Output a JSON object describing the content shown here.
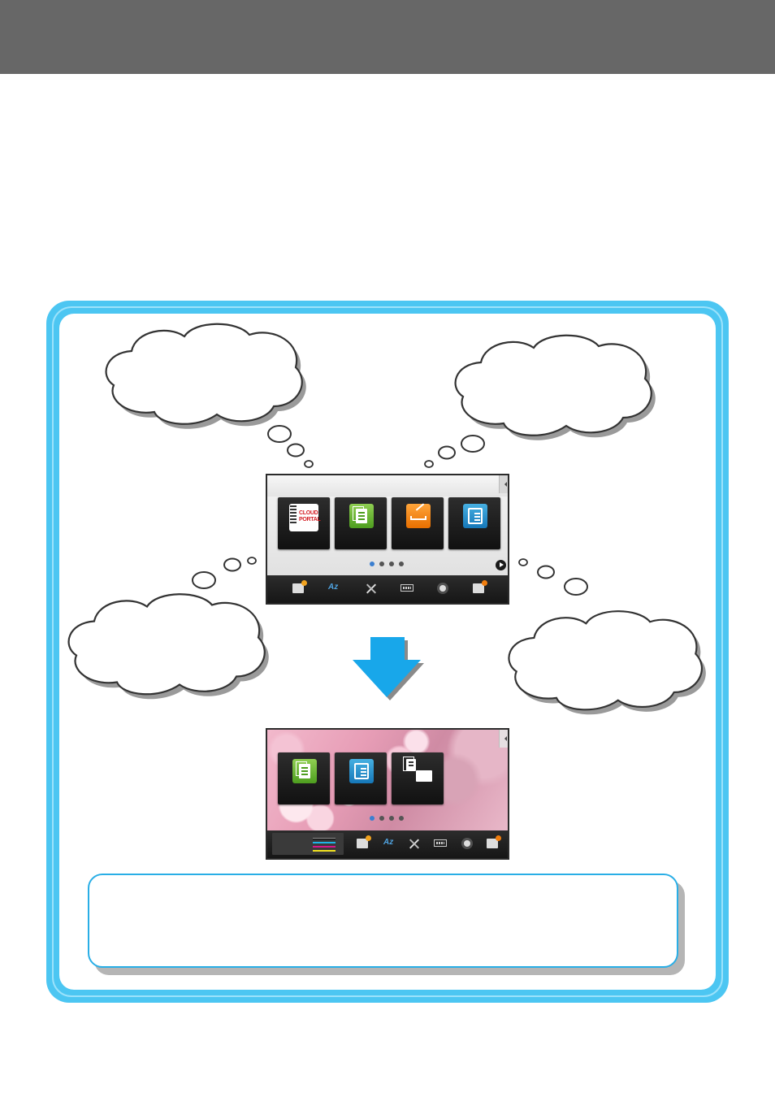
{
  "header": {
    "title": ""
  },
  "screen_before": {
    "tiles": [
      {
        "name": "cloud-portal",
        "label": "CLOUD",
        "label2": "PORTAL"
      },
      {
        "name": "copy"
      },
      {
        "name": "scan"
      },
      {
        "name": "fax"
      }
    ],
    "page_dots": 4,
    "active_dot": 0
  },
  "screen_after": {
    "tiles": [
      {
        "name": "copy"
      },
      {
        "name": "fax"
      },
      {
        "name": "scan-to-folder"
      }
    ],
    "page_dots": 4,
    "active_dot": 0
  },
  "colors": {
    "header": "#676767",
    "frame": "#4cc6f2",
    "arrow": "#18a7ea",
    "note_border": "#29aee6"
  }
}
